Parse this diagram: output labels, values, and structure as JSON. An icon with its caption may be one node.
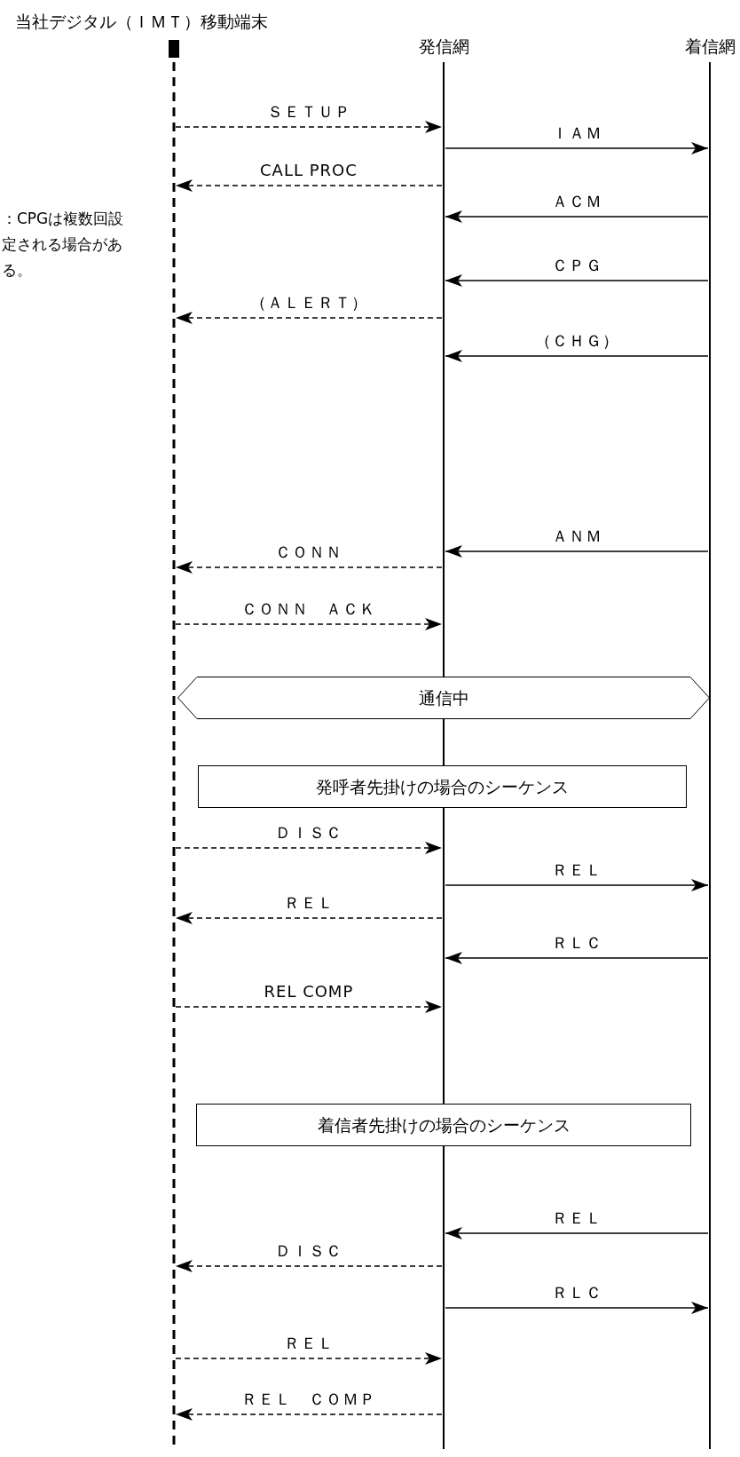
{
  "diagram": {
    "nodes": [
      {
        "text": [
          "当社デジタル（ＩＭＴ）移動端末"
        ]
      },
      {
        "text": [
          "発信網"
        ]
      },
      {
        "text": [
          "着信網"
        ]
      },
      {
        "text": [
          "通信中"
        ]
      },
      {
        "text": [
          "発呼者先掛けの場合のシーケンス"
        ]
      },
      {
        "text": [
          "着信者先掛けの場合のシーケンス"
        ]
      }
    ],
    "edges": [
      {
        "from": 0,
        "to": 1,
        "arrow": "to",
        "label": "ＳＥＴＵＰ",
        "style": "dashed"
      },
      {
        "from": 1,
        "to": 2,
        "arrow": "to",
        "label": "ＩＡＭ"
      },
      {
        "from": 1,
        "to": 0,
        "arrow": "to",
        "label": "CALL PROC",
        "style": "dashed"
      },
      {
        "from": 2,
        "to": 1,
        "arrow": "to",
        "label": "ＡＣＭ"
      },
      {
        "from": 2,
        "to": 1,
        "arrow": "to",
        "label": "ＣＰＧ"
      },
      {
        "from": 1,
        "to": 0,
        "arrow": "to",
        "label": "（ＡＬＥＲＴ）",
        "style": "dashed"
      },
      {
        "from": 2,
        "to": 1,
        "arrow": "to",
        "label": "（ＣＨＧ）"
      },
      {
        "from": 2,
        "to": 1,
        "arrow": "to",
        "label": "ＡＮＭ"
      },
      {
        "from": 1,
        "to": 0,
        "arrow": "to",
        "label": "ＣＯＮＮ",
        "style": "dashed"
      },
      {
        "from": 0,
        "to": 1,
        "arrow": "to",
        "label": "ＣＯＮＮ　ＡＣＫ",
        "style": "dashed"
      },
      {
        "from": 0,
        "to": 1,
        "arrow": "to",
        "label": "ＤＩＳＣ",
        "style": "dashed"
      },
      {
        "from": 1,
        "to": 2,
        "arrow": "to",
        "label": "ＲＥＬ"
      },
      {
        "from": 1,
        "to": 0,
        "arrow": "to",
        "label": "ＲＥＬ",
        "style": "dashed"
      },
      {
        "from": 2,
        "to": 1,
        "arrow": "to",
        "label": "ＲＬＣ"
      },
      {
        "from": 0,
        "to": 1,
        "arrow": "to",
        "label": "REL COMP",
        "style": "dashed"
      },
      {
        "from": 2,
        "to": 1,
        "arrow": "to",
        "label": "ＲＥＬ"
      },
      {
        "from": 1,
        "to": 0,
        "arrow": "to",
        "label": "ＤＩＳＣ",
        "style": "dashed"
      },
      {
        "from": 1,
        "to": 2,
        "arrow": "to",
        "label": "ＲＬＣ"
      },
      {
        "from": 0,
        "to": 1,
        "arrow": "to",
        "label": "ＲＥＬ",
        "style": "dashed"
      },
      {
        "from": 1,
        "to": 0,
        "arrow": "to",
        "label": "ＲＥＬ　ＣＯＭＰ",
        "style": "dashed"
      }
    ],
    "labels": [
      "：CPGは複数回設定される場合がある。"
    ]
  }
}
